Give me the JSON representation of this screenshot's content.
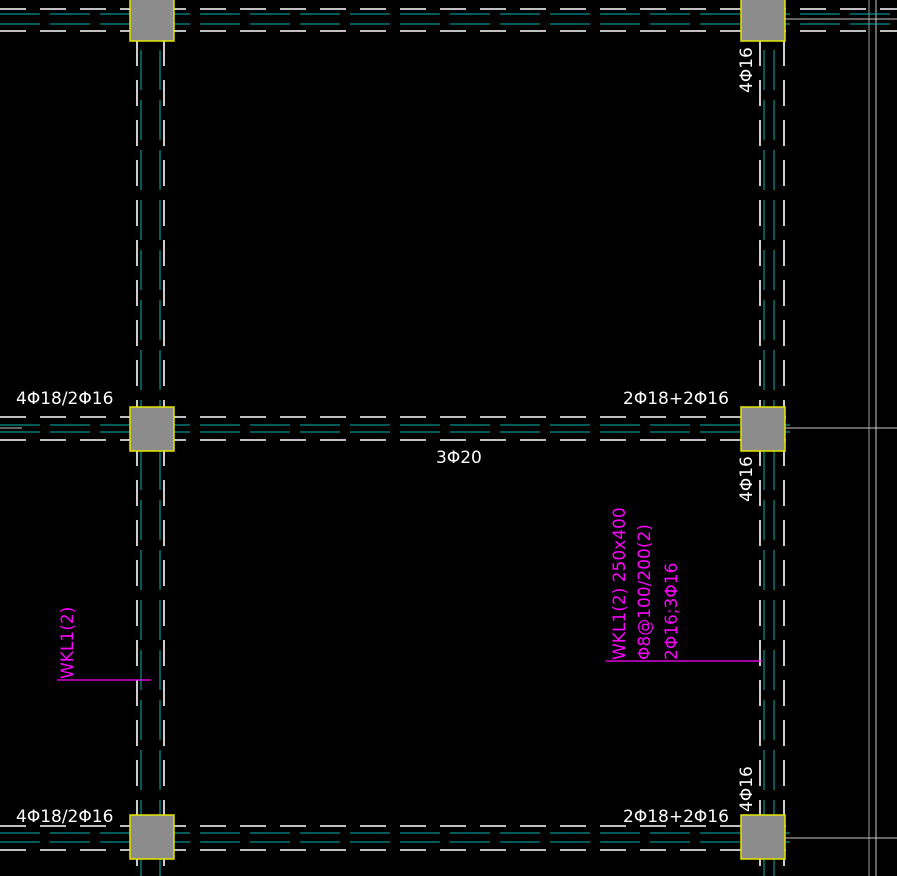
{
  "drawing": {
    "colors": {
      "background": "#000000",
      "axis_line": "#c8c8c8",
      "beam_edge_dash": "#ffffff",
      "beam_inner_line": "#00b4b4",
      "column_fill": "#8c8c8c",
      "column_outline": "#e6e600",
      "rebar_text": "#ffffff",
      "beam_annotation": "#ff00ff"
    },
    "rebar_labels": {
      "top_right_column": "4Φ16",
      "left_mid_support": "4Φ18/2Φ16",
      "right_mid_support": "2Φ18+2Φ16",
      "mid_span_bottom": "3Φ20",
      "right_mid_column": "4Φ16",
      "left_bottom_support": "4Φ18/2Φ16",
      "right_bottom_support": "2Φ18+2Φ16",
      "bottom_right_column": "4Φ16"
    },
    "beam_annotations": {
      "left_beam_tag": "WKL1(2)",
      "right_beam_lines": [
        "WKL1(2) 250x400",
        "Φ8@100/200(2)",
        "2Φ16;3Φ16"
      ]
    }
  }
}
